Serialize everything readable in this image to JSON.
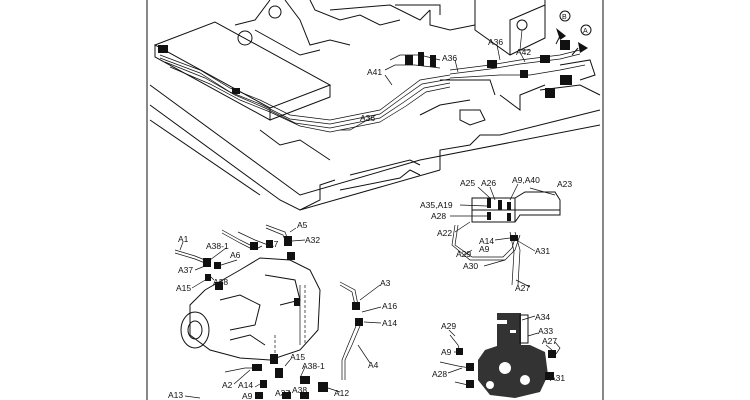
{
  "diagram": {
    "labels": [
      {
        "id": "A36_top_right",
        "text": "A36"
      },
      {
        "id": "A42",
        "text": "A42"
      },
      {
        "id": "A36_mid",
        "text": "A36"
      },
      {
        "id": "A41",
        "text": "A41"
      },
      {
        "id": "A36_left",
        "text": "A36"
      },
      {
        "id": "A25",
        "text": "A25"
      },
      {
        "id": "A26",
        "text": "A26"
      },
      {
        "id": "A9A40",
        "text": "A9,A40"
      },
      {
        "id": "A23",
        "text": "A23"
      },
      {
        "id": "A35A19",
        "text": "A35,A19"
      },
      {
        "id": "A28_r",
        "text": "A28"
      },
      {
        "id": "A22",
        "text": "A22"
      },
      {
        "id": "A14_r",
        "text": "A14"
      },
      {
        "id": "A9_r",
        "text": "A9"
      },
      {
        "id": "A31_r",
        "text": "A31"
      },
      {
        "id": "A29_r",
        "text": "A29"
      },
      {
        "id": "A30",
        "text": "A30"
      },
      {
        "id": "A27_r",
        "text": "A27"
      },
      {
        "id": "A1",
        "text": "A1"
      },
      {
        "id": "A38-1_top",
        "text": "A38-1"
      },
      {
        "id": "A6",
        "text": "A6"
      },
      {
        "id": "A7",
        "text": "A7"
      },
      {
        "id": "A5",
        "text": "A5"
      },
      {
        "id": "A32",
        "text": "A32"
      },
      {
        "id": "A37_l",
        "text": "A37"
      },
      {
        "id": "A15_l",
        "text": "A15"
      },
      {
        "id": "A38_l",
        "text": "A38"
      },
      {
        "id": "A3",
        "text": "A3"
      },
      {
        "id": "A16",
        "text": "A16"
      },
      {
        "id": "A14_m",
        "text": "A14"
      },
      {
        "id": "A4",
        "text": "A4"
      },
      {
        "id": "A15_b",
        "text": "A15"
      },
      {
        "id": "A38-1_b",
        "text": "A38-1"
      },
      {
        "id": "A2",
        "text": "A2"
      },
      {
        "id": "A14_b",
        "text": "A14"
      },
      {
        "id": "A13",
        "text": "A13"
      },
      {
        "id": "A9_b",
        "text": "A9"
      },
      {
        "id": "A37_b",
        "text": "A37"
      },
      {
        "id": "A38_b",
        "text": "A38"
      },
      {
        "id": "A12",
        "text": "A12"
      },
      {
        "id": "A34",
        "text": "A34"
      },
      {
        "id": "A33",
        "text": "A33"
      },
      {
        "id": "A29_br",
        "text": "A29"
      },
      {
        "id": "A27_br",
        "text": "A27"
      },
      {
        "id": "A9_br",
        "text": "A9"
      },
      {
        "id": "A28_br",
        "text": "A28"
      },
      {
        "id": "A31_br",
        "text": "A31"
      }
    ],
    "view_markers": [
      {
        "id": "B",
        "text": "B"
      },
      {
        "id": "A",
        "text": "A"
      }
    ]
  }
}
